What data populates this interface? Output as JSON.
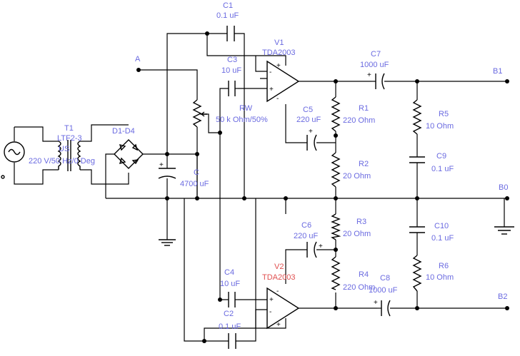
{
  "colors": {
    "label": "#6a6ae0",
    "label_alt": "#e05050",
    "wire": "#000000"
  },
  "terminals": {
    "a": "A",
    "b1": "B1",
    "b0": "B0",
    "b2": "B2"
  },
  "source": {
    "name": "US",
    "value": "220 V/50 Hz/0 Deg"
  },
  "transformer": {
    "name": "T1",
    "model": "LTF2-3"
  },
  "bridge": {
    "name": "D1-D4"
  },
  "filter_cap": {
    "name": "C",
    "value": "4700 uF"
  },
  "pot": {
    "name": "RW",
    "value": "50 k Ohm/50%"
  },
  "amps": {
    "v1": {
      "name": "V1",
      "model": "TDA2003"
    },
    "v2": {
      "name": "V2",
      "model": "TDA2003"
    }
  },
  "caps": {
    "c1": {
      "name": "C1",
      "value": "0.1 uF"
    },
    "c2": {
      "name": "C2",
      "value": "0.1 uF"
    },
    "c3": {
      "name": "C3",
      "value": "10 uF"
    },
    "c4": {
      "name": "C4",
      "value": "10 uF"
    },
    "c5": {
      "name": "C5",
      "value": "220 uF"
    },
    "c6": {
      "name": "C6",
      "value": "220 uF"
    },
    "c7": {
      "name": "C7",
      "value": "1000 uF"
    },
    "c8": {
      "name": "C8",
      "value": "1000 uF"
    },
    "c9": {
      "name": "C9",
      "value": "0.1 uF"
    },
    "c10": {
      "name": "C10",
      "value": "0.1 uF"
    }
  },
  "resistors": {
    "r1": {
      "name": "R1",
      "value": "220  Ohm"
    },
    "r2": {
      "name": "R2",
      "value": "20  Ohm"
    },
    "r3": {
      "name": "R3",
      "value": "20  Ohm"
    },
    "r4": {
      "name": "R4",
      "value": "220  Ohm"
    },
    "r5": {
      "name": "R5",
      "value": "10  Ohm"
    },
    "r6": {
      "name": "R6",
      "value": "10  Ohm"
    }
  },
  "symbols": {
    "plus": "+",
    "minus": "-"
  }
}
